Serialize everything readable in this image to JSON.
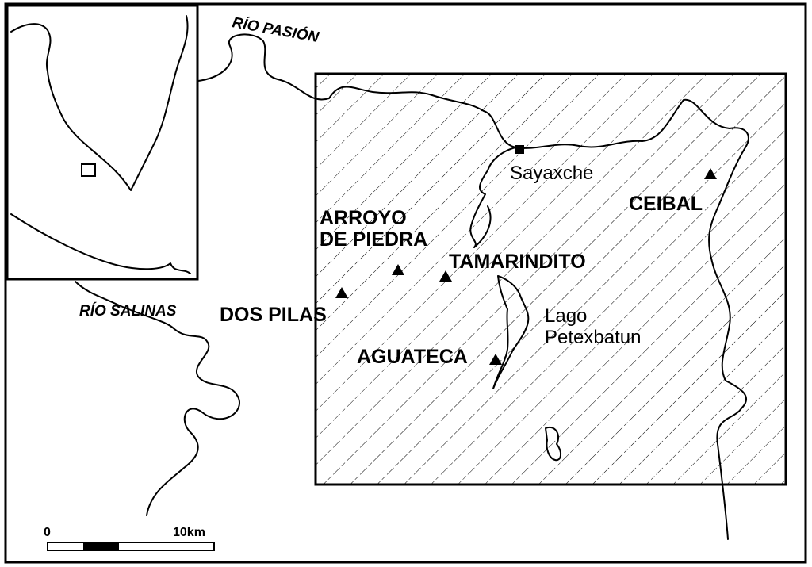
{
  "labels": {
    "rio_pasion": "RÍO PASIÓN",
    "rio_salinas": "RÍO SALINAS",
    "sayaxche": "Sayaxche",
    "ceibal": "CEIBAL",
    "arroyo_line1": "ARROYO",
    "arroyo_line2": "DE PIEDRA",
    "tamarindito": "TAMARINDITO",
    "dos_pilas": "DOS PILAS",
    "lago_line1": "Lago",
    "lago_line2": "Petexbatun",
    "aguateca": "AGUATECA"
  },
  "scale_bar": {
    "start_label": "0",
    "end_label": "10km"
  },
  "colors": {
    "ink": "#000000",
    "paper": "#ffffff"
  }
}
